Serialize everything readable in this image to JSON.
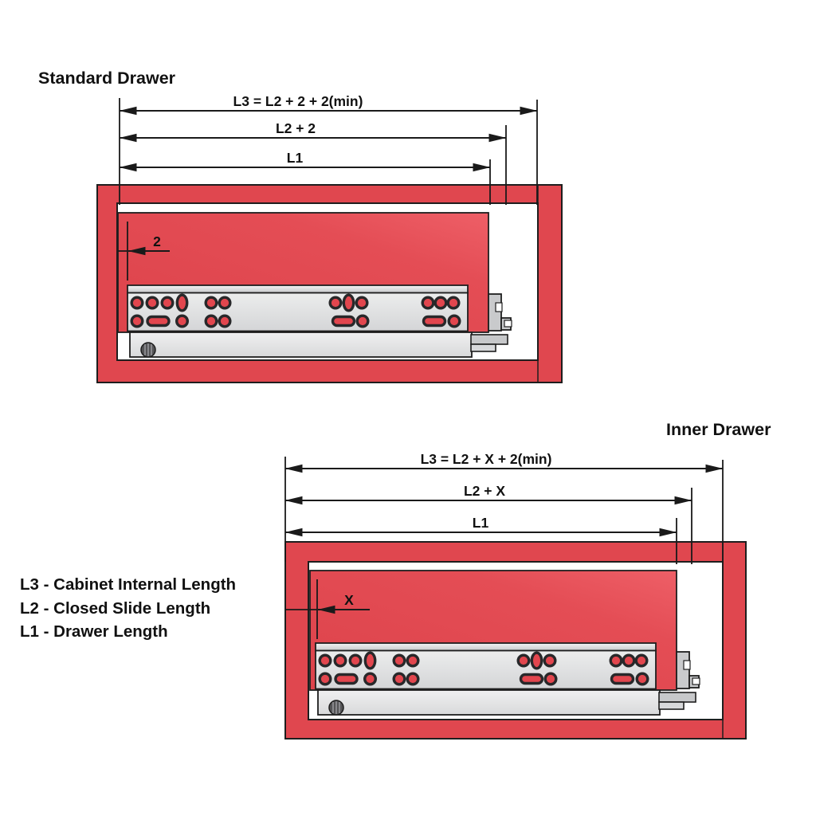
{
  "standard_drawer": {
    "title": "Standard Drawer",
    "dim_l3": "L3 = L2 + 2 + 2(min)",
    "dim_l2": "L2 + 2",
    "dim_l1": "L1",
    "gap_label": "2"
  },
  "inner_drawer": {
    "title": "Inner Drawer",
    "dim_l3": "L3 = L2 + X + 2(min)",
    "dim_l2": "L2 + X",
    "dim_l1": "L1",
    "gap_label": "X"
  },
  "legend": {
    "l3": "L3 - Cabinet Internal Length",
    "l2": "L2 - Closed Slide Length",
    "l1": "L1 - Drawer Length"
  },
  "colors": {
    "frame_red": "#e0474f",
    "panel_red": "#e44d55",
    "hole_red": "#e2464e",
    "hole_ring": "#28282a",
    "outline": "#1e1e1e",
    "line": "#1a1a1a",
    "text": "#111111",
    "slide_gray": "#dcdde0",
    "rail_gray": "#e6e7e8",
    "bracket_gray": "#c9cacc",
    "screw_gray": "#545456",
    "background": "#ffffff"
  }
}
